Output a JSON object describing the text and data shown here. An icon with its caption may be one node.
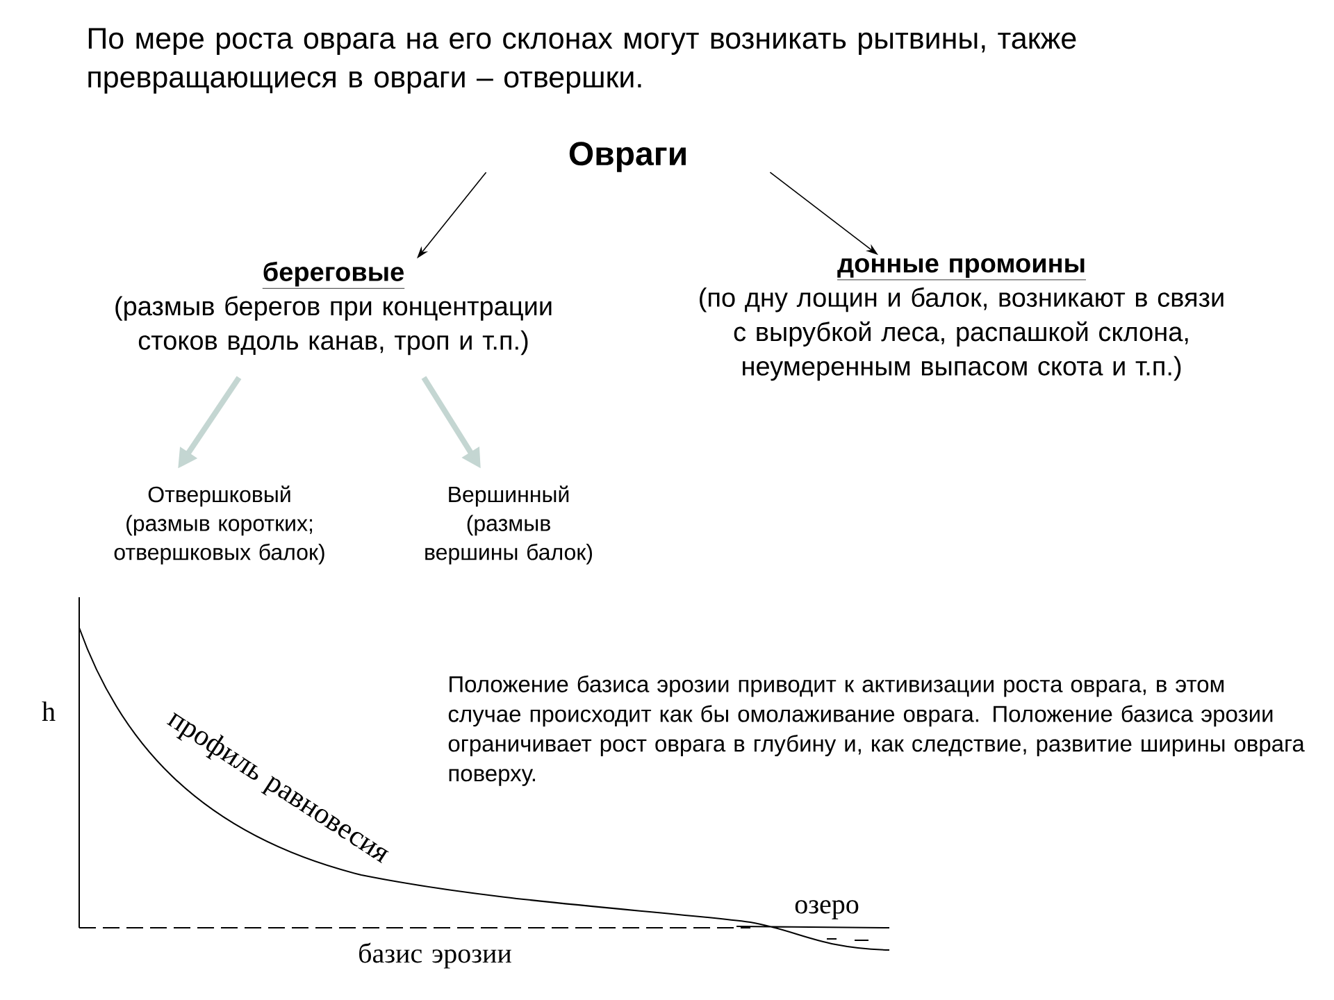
{
  "diagram": {
    "title": "По мере роста оврага на его склонах могут возникать рытвины, также превращающиеся в овраги – отвершки.",
    "nodes": [
      {
        "text": [
          "Овраги"
        ]
      },
      {
        "text": [
          "береговые",
          "(размыв берегов при концентрации стоков вдоль канав, троп и т.п.)"
        ]
      },
      {
        "text": [
          "донные промоины",
          "(по дну лощин и балок, возникают в связи с вырубкой леса, распашкой склона, неумеренным выпасом скота и т.п.)"
        ]
      },
      {
        "text": [
          "Отвершковый",
          "(размыв коротких; отвершковых балок)"
        ]
      },
      {
        "text": [
          "Вершинный",
          "(размыв вершины балок)"
        ]
      }
    ],
    "edges": [
      {
        "from": 0,
        "to": 1,
        "arrow": "to"
      },
      {
        "from": 0,
        "to": 2,
        "arrow": "to"
      },
      {
        "from": 1,
        "to": 3,
        "arrow": "to",
        "style": "thick",
        "color": "#c4d6d2"
      },
      {
        "from": 1,
        "to": 4,
        "arrow": "to",
        "style": "thick",
        "color": "#c4d6d2"
      }
    ],
    "labels": [
      "Положение базиса эрозии приводит к активизации роста оврага, в этом случае происходит как бы омолаживание оврага. Положение базиса эрозии ограничивает рост оврага в глубину и, как следствие, развитие ширины оврага поверху.",
      "h",
      "профиль равновесия",
      "озеро",
      "базис эрозии"
    ]
  }
}
